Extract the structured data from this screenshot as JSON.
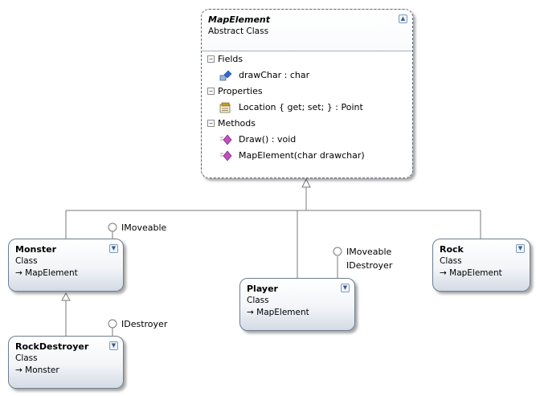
{
  "classes": {
    "map_element": {
      "name": "MapElement",
      "kind": "Abstract Class",
      "fields_header": "Fields",
      "fields": [
        "drawChar : char"
      ],
      "properties_header": "Properties",
      "properties": [
        "Location { get; set; } : Point"
      ],
      "methods_header": "Methods",
      "methods": [
        "Draw() : void",
        "MapElement(char drawchar)"
      ]
    },
    "monster": {
      "name": "Monster",
      "kind": "Class",
      "base": "MapElement"
    },
    "player": {
      "name": "Player",
      "kind": "Class",
      "base": "MapElement"
    },
    "rock": {
      "name": "Rock",
      "kind": "Class",
      "base": "MapElement"
    },
    "rock_destroyer": {
      "name": "RockDestroyer",
      "kind": "Class",
      "base": "Monster"
    }
  },
  "interfaces": {
    "monster": [
      "IMoveable"
    ],
    "player": [
      "IMoveable",
      "IDestroyer"
    ],
    "rock_destroyer": [
      "IDestroyer"
    ]
  },
  "colors": {
    "line": "#7a7a7a",
    "border": "#6f7d8e",
    "field_icon": "#2f6bd0",
    "method_icon": "#c14fbf",
    "property_icon": "#c99a28"
  }
}
